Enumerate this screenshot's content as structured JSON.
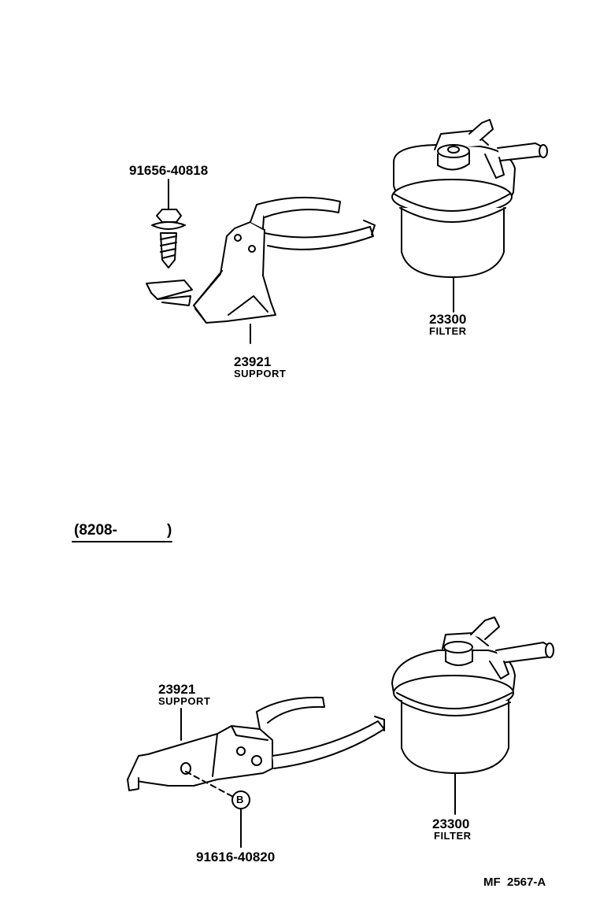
{
  "upper_assembly": {
    "bolt_part_number": "91656-40818",
    "support_part_number": "23921",
    "support_name": "SUPPORT",
    "filter_part_number": "23300",
    "filter_name": "FILTER"
  },
  "range_label": "(8208-",
  "range_label_close": ")",
  "lower_assembly": {
    "support_part_number": "23921",
    "support_name": "SUPPORT",
    "callout_letter": "B",
    "bolt_part_number": "91616-40820",
    "filter_part_number": "23300",
    "filter_name": "FILTER"
  },
  "diagram_code": "MF  2567-A",
  "colors": {
    "ink": "#000000",
    "paper": "#ffffff"
  }
}
